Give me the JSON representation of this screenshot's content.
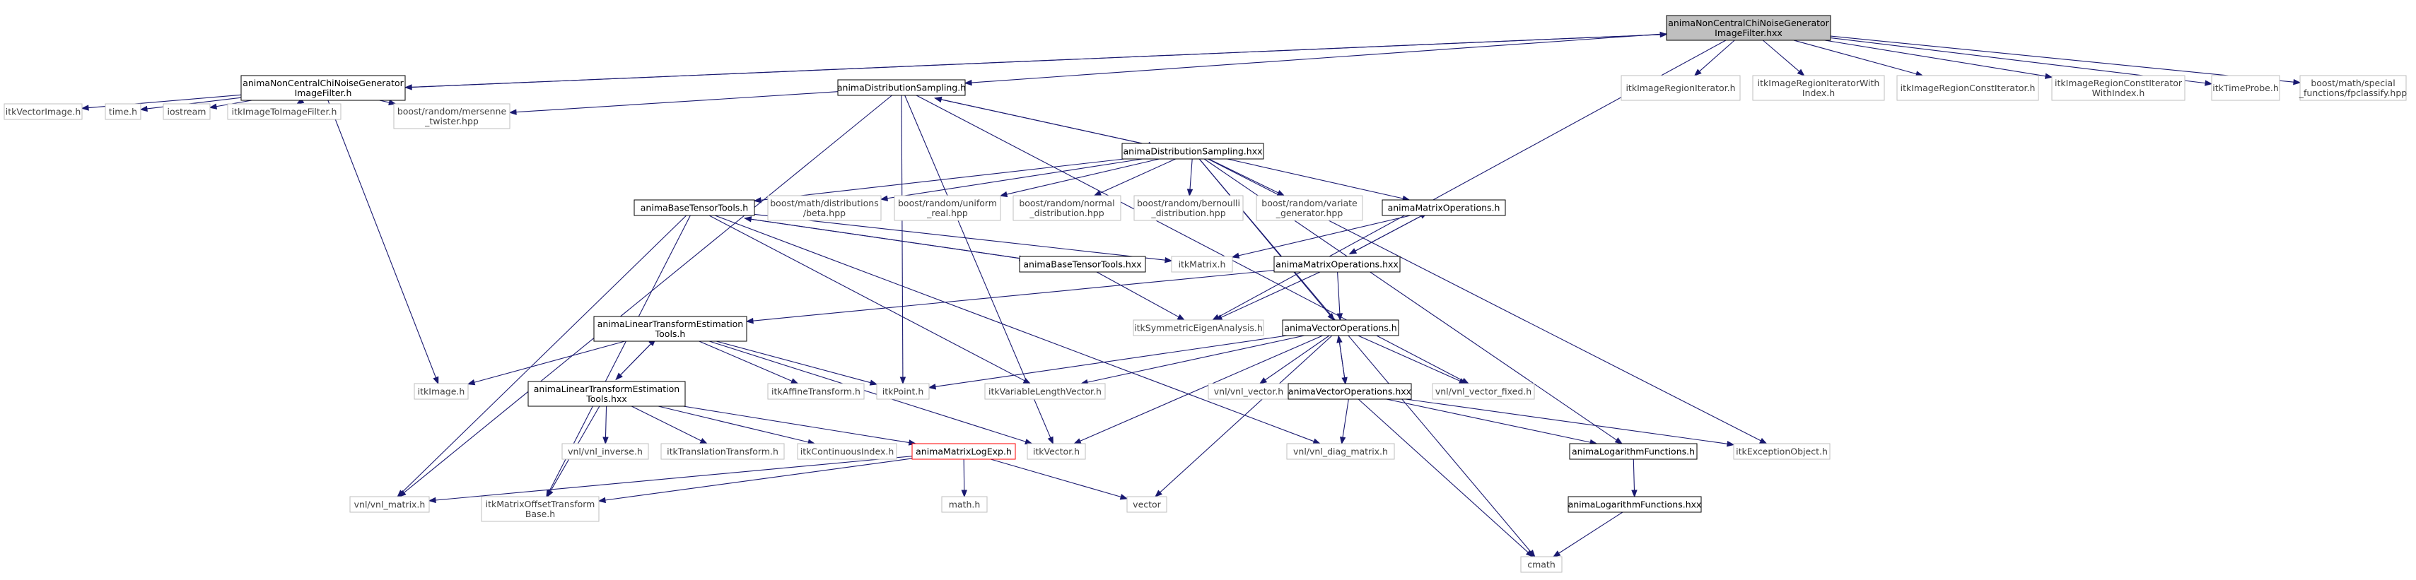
{
  "colors": {
    "edge": "#191970",
    "root_fill": "#bfbfbf",
    "documented_border": "#000000",
    "external_border": "#bfbfbf",
    "highlight_border": "#ff0000"
  },
  "nodes": [
    {
      "id": "root",
      "kind": "root",
      "lines": [
        "animaNonCentralChiNoiseGenerator",
        "ImageFilter.hxx"
      ]
    },
    {
      "id": "ncc_h",
      "kind": "doc",
      "lines": [
        "animaNonCentralChiNoiseGenerator",
        "ImageFilter.h"
      ]
    },
    {
      "id": "ds_h",
      "kind": "doc",
      "lines": [
        "animaDistributionSampling.h"
      ]
    },
    {
      "id": "ds_hxx",
      "kind": "doc",
      "lines": [
        "animaDistributionSampling.hxx"
      ]
    },
    {
      "id": "itkImageRegionIterator",
      "kind": "ext",
      "lines": [
        "itkImageRegionIterator.h"
      ]
    },
    {
      "id": "itkImageRegionIteratorWithIndex",
      "kind": "ext",
      "lines": [
        "itkImageRegionIteratorWith",
        "Index.h"
      ]
    },
    {
      "id": "itkImageRegionConstIterator",
      "kind": "ext",
      "lines": [
        "itkImageRegionConstIterator.h"
      ]
    },
    {
      "id": "itkImageRegionConstIteratorWithIndex",
      "kind": "ext",
      "lines": [
        "itkImageRegionConstIterator",
        "WithIndex.h"
      ]
    },
    {
      "id": "itkTimeProbe",
      "kind": "ext",
      "lines": [
        "itkTimeProbe.h"
      ]
    },
    {
      "id": "fpclassify",
      "kind": "ext",
      "lines": [
        "boost/math/special",
        "_functions/fpclassify.hpp"
      ]
    },
    {
      "id": "itkVectorImage",
      "kind": "ext",
      "lines": [
        "itkVectorImage.h"
      ]
    },
    {
      "id": "time_h",
      "kind": "ext",
      "lines": [
        "time.h"
      ]
    },
    {
      "id": "iostream",
      "kind": "ext",
      "lines": [
        "iostream"
      ]
    },
    {
      "id": "itkImageToImageFilter",
      "kind": "ext",
      "lines": [
        "itkImageToImageFilter.h"
      ]
    },
    {
      "id": "mersenne",
      "kind": "ext",
      "lines": [
        "boost/random/mersenne",
        "_twister.hpp"
      ]
    },
    {
      "id": "btt_h",
      "kind": "doc",
      "lines": [
        "animaBaseTensorTools.h"
      ]
    },
    {
      "id": "beta",
      "kind": "ext",
      "lines": [
        "boost/math/distributions",
        "/beta.hpp"
      ]
    },
    {
      "id": "uniform",
      "kind": "ext",
      "lines": [
        "boost/random/uniform",
        "_real.hpp"
      ]
    },
    {
      "id": "normal",
      "kind": "ext",
      "lines": [
        "boost/random/normal",
        "_distribution.hpp"
      ]
    },
    {
      "id": "bernoulli",
      "kind": "ext",
      "lines": [
        "boost/random/bernoulli",
        "_distribution.hpp"
      ]
    },
    {
      "id": "variate",
      "kind": "ext",
      "lines": [
        "boost/random/variate",
        "_generator.hpp"
      ]
    },
    {
      "id": "mo_h",
      "kind": "doc",
      "lines": [
        "animaMatrixOperations.h"
      ]
    },
    {
      "id": "btt_hxx",
      "kind": "doc",
      "lines": [
        "animaBaseTensorTools.hxx"
      ]
    },
    {
      "id": "itkMatrix",
      "kind": "ext",
      "lines": [
        "itkMatrix.h"
      ]
    },
    {
      "id": "mo_hxx",
      "kind": "doc",
      "lines": [
        "animaMatrixOperations.hxx"
      ]
    },
    {
      "id": "ltet_h",
      "kind": "doc",
      "lines": [
        "animaLinearTransformEstimation",
        "Tools.h"
      ]
    },
    {
      "id": "itkSymmetricEigenAnalysis",
      "kind": "ext",
      "lines": [
        "itkSymmetricEigenAnalysis.h"
      ]
    },
    {
      "id": "vo_h",
      "kind": "doc",
      "lines": [
        "animaVectorOperations.h"
      ]
    },
    {
      "id": "itkImage",
      "kind": "ext",
      "lines": [
        "itkImage.h"
      ]
    },
    {
      "id": "ltet_hxx",
      "kind": "doc",
      "lines": [
        "animaLinearTransformEstimation",
        "Tools.hxx"
      ]
    },
    {
      "id": "itkAffineTransform",
      "kind": "ext",
      "lines": [
        "itkAffineTransform.h"
      ]
    },
    {
      "id": "itkPoint",
      "kind": "ext",
      "lines": [
        "itkPoint.h"
      ]
    },
    {
      "id": "itkVariableLengthVector",
      "kind": "ext",
      "lines": [
        "itkVariableLengthVector.h"
      ]
    },
    {
      "id": "vnl_vector",
      "kind": "ext",
      "lines": [
        "vnl/vnl_vector.h"
      ]
    },
    {
      "id": "vo_hxx",
      "kind": "doc",
      "lines": [
        "animaVectorOperations.hxx"
      ]
    },
    {
      "id": "vnl_vector_fixed",
      "kind": "ext",
      "lines": [
        "vnl/vnl_vector_fixed.h"
      ]
    },
    {
      "id": "vnl_inverse",
      "kind": "ext",
      "lines": [
        "vnl/vnl_inverse.h"
      ]
    },
    {
      "id": "itkTranslationTransform",
      "kind": "ext",
      "lines": [
        "itkTranslationTransform.h"
      ]
    },
    {
      "id": "itkContinuousIndex",
      "kind": "ext",
      "lines": [
        "itkContinuousIndex.h"
      ]
    },
    {
      "id": "mle_h",
      "kind": "red",
      "lines": [
        "animaMatrixLogExp.h"
      ]
    },
    {
      "id": "itkVector",
      "kind": "ext",
      "lines": [
        "itkVector.h"
      ]
    },
    {
      "id": "vnl_diag_matrix",
      "kind": "ext",
      "lines": [
        "vnl/vnl_diag_matrix.h"
      ]
    },
    {
      "id": "lf_h",
      "kind": "doc",
      "lines": [
        "animaLogarithmFunctions.h"
      ]
    },
    {
      "id": "itkExceptionObject",
      "kind": "ext",
      "lines": [
        "itkExceptionObject.h"
      ]
    },
    {
      "id": "vnl_matrix",
      "kind": "ext",
      "lines": [
        "vnl/vnl_matrix.h"
      ]
    },
    {
      "id": "itkMatrixOffsetTransformBase",
      "kind": "ext",
      "lines": [
        "itkMatrixOffsetTransform",
        "Base.h"
      ]
    },
    {
      "id": "math_h",
      "kind": "ext",
      "lines": [
        "math.h"
      ]
    },
    {
      "id": "vector",
      "kind": "ext",
      "lines": [
        "vector"
      ]
    },
    {
      "id": "lf_hxx",
      "kind": "doc",
      "lines": [
        "animaLogarithmFunctions.hxx"
      ]
    },
    {
      "id": "cmath",
      "kind": "ext",
      "lines": [
        "cmath"
      ]
    }
  ],
  "edges": [
    [
      "root",
      "ncc_h"
    ],
    [
      "root",
      "ds_h"
    ],
    [
      "root",
      "itkImageRegionIterator"
    ],
    [
      "root",
      "itkImageRegionIteratorWithIndex"
    ],
    [
      "root",
      "itkImageRegionConstIterator"
    ],
    [
      "root",
      "itkImageRegionConstIteratorWithIndex"
    ],
    [
      "root",
      "itkTimeProbe"
    ],
    [
      "root",
      "fpclassify"
    ],
    [
      "root",
      "itkSymmetricEigenAnalysis"
    ],
    [
      "ncc_h",
      "root"
    ],
    [
      "ncc_h",
      "itkVectorImage"
    ],
    [
      "ncc_h",
      "time_h"
    ],
    [
      "ncc_h",
      "iostream"
    ],
    [
      "ncc_h",
      "itkImageToImageFilter"
    ],
    [
      "ncc_h",
      "mersenne"
    ],
    [
      "ncc_h",
      "itkImage"
    ],
    [
      "ds_h",
      "ds_hxx"
    ],
    [
      "ds_h",
      "mersenne"
    ],
    [
      "ds_h",
      "itkPoint"
    ],
    [
      "ds_h",
      "itkVector"
    ],
    [
      "ds_h",
      "vnl_matrix"
    ],
    [
      "ds_h",
      "vnl_vector_fixed"
    ],
    [
      "ds_hxx",
      "ds_h"
    ],
    [
      "ds_hxx",
      "btt_h"
    ],
    [
      "ds_hxx",
      "beta"
    ],
    [
      "ds_hxx",
      "uniform"
    ],
    [
      "ds_hxx",
      "normal"
    ],
    [
      "ds_hxx",
      "bernoulli"
    ],
    [
      "ds_hxx",
      "variate"
    ],
    [
      "ds_hxx",
      "mo_h"
    ],
    [
      "ds_hxx",
      "vo_h"
    ],
    [
      "ds_hxx",
      "lf_h"
    ],
    [
      "ds_hxx",
      "itkExceptionObject"
    ],
    [
      "ds_hxx",
      "cmath"
    ],
    [
      "btt_h",
      "btt_hxx"
    ],
    [
      "btt_h",
      "itkMatrix"
    ],
    [
      "btt_h",
      "itkVariableLengthVector"
    ],
    [
      "btt_h",
      "vnl_matrix"
    ],
    [
      "btt_h",
      "itkMatrixOffsetTransformBase"
    ],
    [
      "btt_h",
      "vnl_diag_matrix"
    ],
    [
      "btt_hxx",
      "btt_h"
    ],
    [
      "btt_hxx",
      "itkSymmetricEigenAnalysis"
    ],
    [
      "mo_h",
      "mo_hxx"
    ],
    [
      "mo_h",
      "itkMatrix"
    ],
    [
      "mo_hxx",
      "mo_h"
    ],
    [
      "mo_hxx",
      "itkSymmetricEigenAnalysis"
    ],
    [
      "mo_hxx",
      "vo_h"
    ],
    [
      "mo_hxx",
      "ltet_h"
    ],
    [
      "ltet_h",
      "ltet_hxx"
    ],
    [
      "ltet_h",
      "itkImage"
    ],
    [
      "ltet_h",
      "itkAffineTransform"
    ],
    [
      "ltet_h",
      "itkPoint"
    ],
    [
      "ltet_h",
      "itkVector"
    ],
    [
      "ltet_hxx",
      "ltet_h"
    ],
    [
      "ltet_hxx",
      "vnl_inverse"
    ],
    [
      "ltet_hxx",
      "itkTranslationTransform"
    ],
    [
      "ltet_hxx",
      "itkContinuousIndex"
    ],
    [
      "ltet_hxx",
      "mle_h"
    ],
    [
      "ltet_hxx",
      "itkMatrixOffsetTransformBase"
    ],
    [
      "vo_h",
      "vo_hxx"
    ],
    [
      "vo_h",
      "itkPoint"
    ],
    [
      "vo_h",
      "itkVariableLengthVector"
    ],
    [
      "vo_h",
      "vnl_vector"
    ],
    [
      "vo_h",
      "vnl_vector_fixed"
    ],
    [
      "vo_h",
      "itkVector"
    ],
    [
      "vo_h",
      "vector"
    ],
    [
      "vo_hxx",
      "vo_h"
    ],
    [
      "vo_hxx",
      "lf_h"
    ],
    [
      "vo_hxx",
      "itkExceptionObject"
    ],
    [
      "vo_hxx",
      "vnl_diag_matrix"
    ],
    [
      "vo_hxx",
      "cmath"
    ],
    [
      "mle_h",
      "vnl_matrix"
    ],
    [
      "mle_h",
      "itkMatrixOffsetTransformBase"
    ],
    [
      "mle_h",
      "math_h"
    ],
    [
      "mle_h",
      "vector"
    ],
    [
      "lf_h",
      "lf_hxx"
    ],
    [
      "lf_hxx",
      "cmath"
    ]
  ]
}
